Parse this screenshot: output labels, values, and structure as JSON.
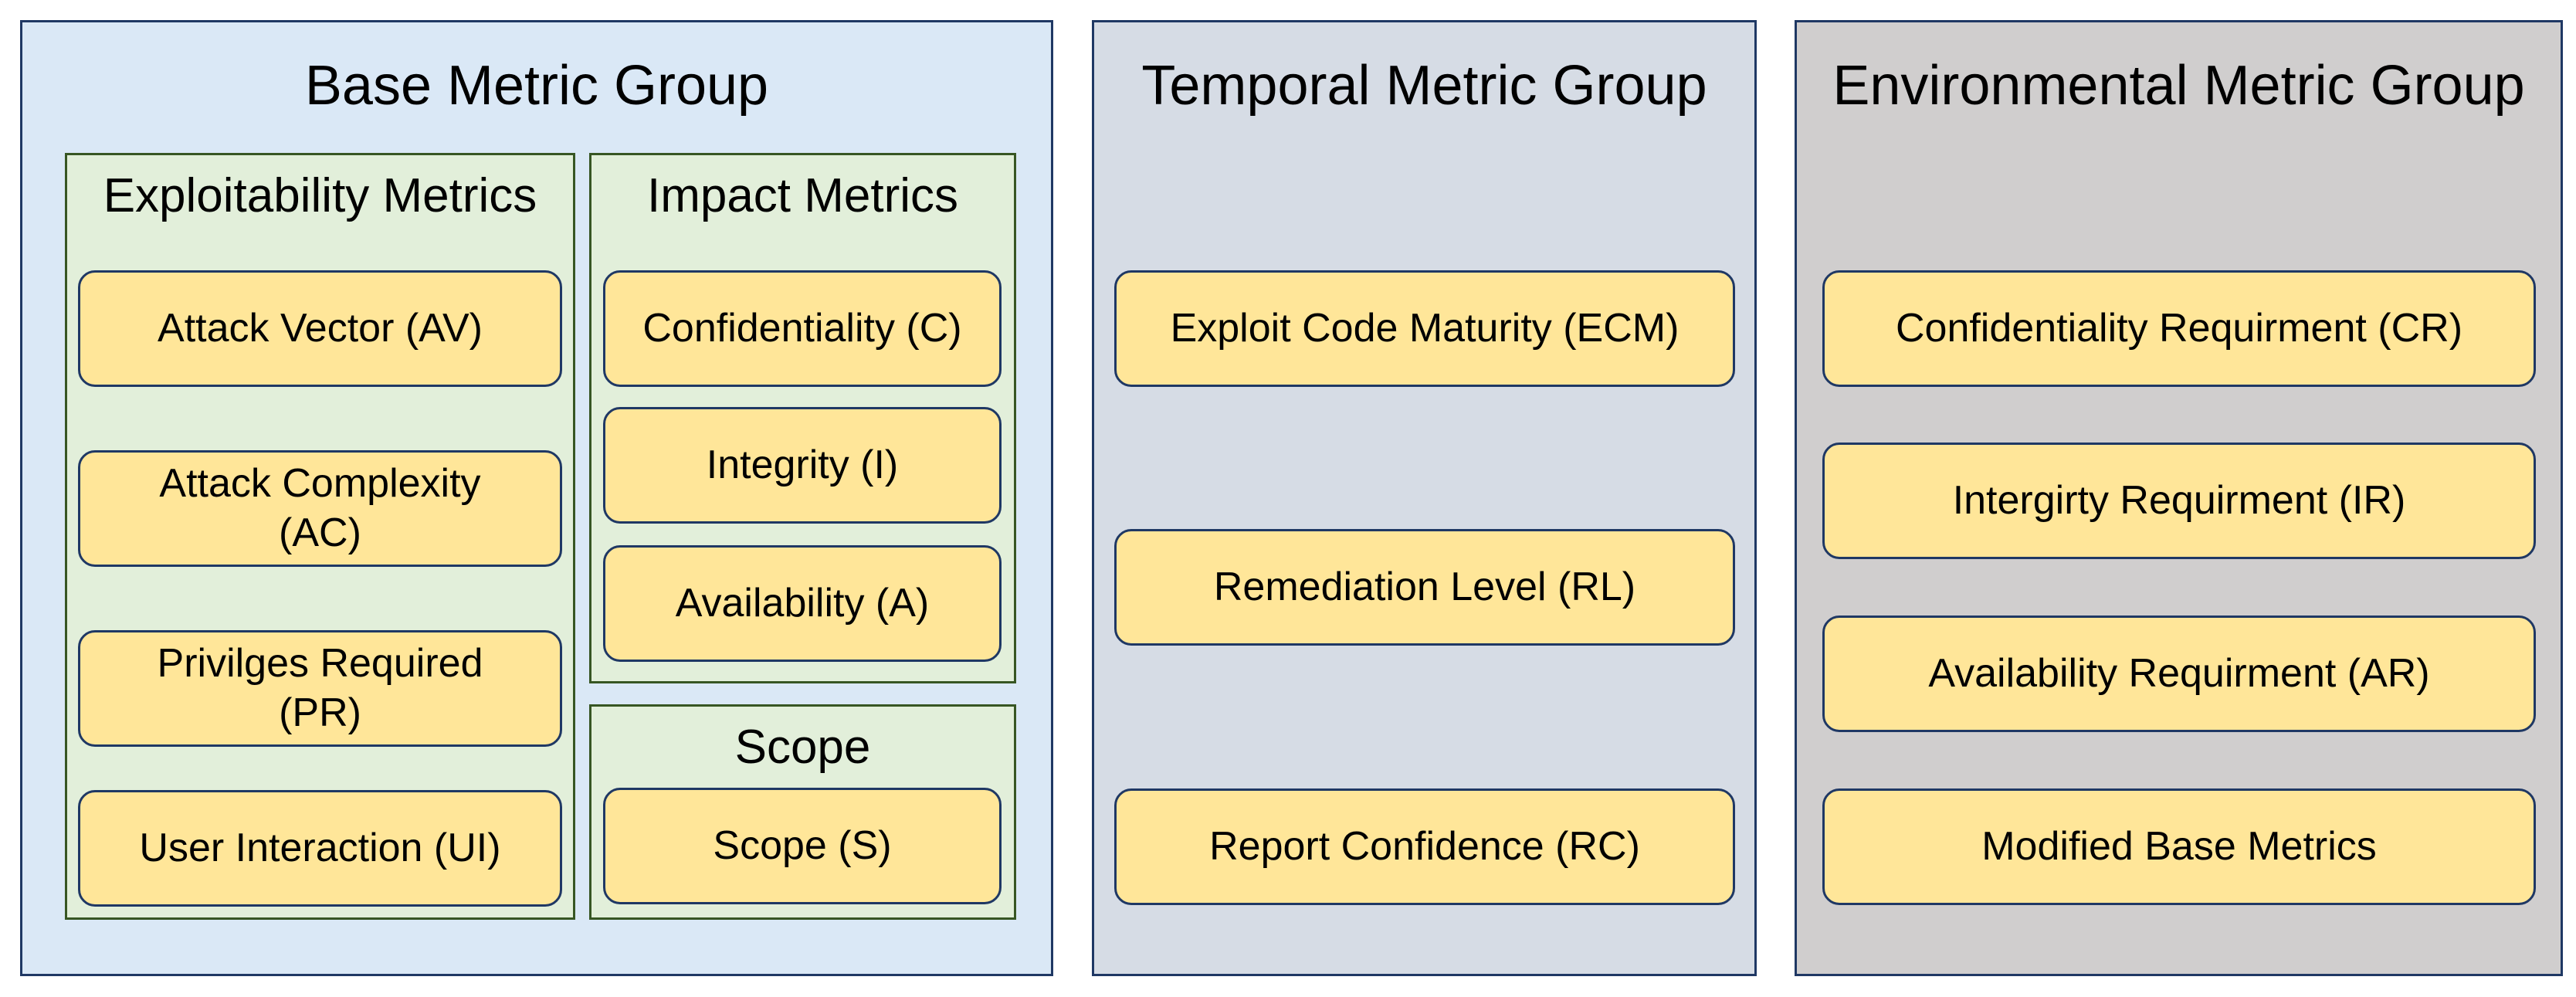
{
  "base": {
    "title": "Base Metric Group",
    "exploitability": {
      "title": "Exploitability Metrics",
      "items": [
        "Attack Vector (AV)",
        "Attack Complexity\n(AC)",
        "Privilges Required\n(PR)",
        "User Interaction (UI)"
      ]
    },
    "impact": {
      "title": "Impact Metrics",
      "items": [
        "Confidentiality (C)",
        "Integrity (I)",
        "Availability (A)"
      ]
    },
    "scope": {
      "title": "Scope",
      "items": [
        "Scope (S)"
      ]
    }
  },
  "temporal": {
    "title": "Temporal Metric Group",
    "items": [
      "Exploit Code Maturity (ECM)",
      "Remediation Level (RL)",
      "Report Confidence (RC)"
    ]
  },
  "environmental": {
    "title": "Environmental Metric Group",
    "items": [
      "Confidentiality Requirment (CR)",
      "Intergirty Requirment (IR)",
      "Availability Requirment (AR)",
      "Modified Base Metrics"
    ]
  },
  "colors": {
    "base_bg": "#dae8f6",
    "temporal_bg": "#d6dce5",
    "environmental_bg": "#d0cece",
    "subgroup_bg": "#e2efda",
    "metric_bg": "#ffe699",
    "border": "#1f3864"
  }
}
